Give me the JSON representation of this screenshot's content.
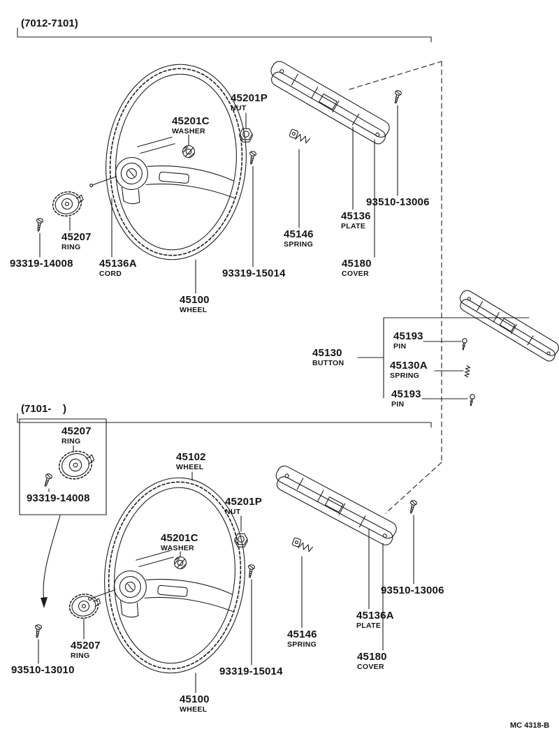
{
  "diagram": {
    "code": "MC 4318-B",
    "sections": {
      "early": {
        "range": "(7012-7101)",
        "parts": {
          "nut": {
            "number": "45201P",
            "name": "NUT"
          },
          "washer": {
            "number": "45201C",
            "name": "WASHER"
          },
          "screw_plate": {
            "number": "93510-13006"
          },
          "plate": {
            "number": "45136",
            "name": "PLATE"
          },
          "spring": {
            "number": "45146",
            "name": "SPRING"
          },
          "ring": {
            "number": "45207",
            "name": "RING"
          },
          "screw_ring": {
            "number": "93319-14008"
          },
          "cord": {
            "number": "45136A",
            "name": "CORD"
          },
          "screw_wheel": {
            "number": "93319-15014"
          },
          "cover": {
            "number": "45180",
            "name": "COVER"
          },
          "wheel": {
            "number": "45100",
            "name": "WHEEL"
          }
        }
      },
      "button": {
        "parts": {
          "pin_upper": {
            "number": "45193",
            "name": "PIN"
          },
          "button": {
            "number": "45130",
            "name": "BUTTON"
          },
          "spring": {
            "number": "45130A",
            "name": "SPRING"
          },
          "pin_lower": {
            "number": "45193",
            "name": "PIN"
          }
        }
      },
      "late": {
        "range": "(7101-    )",
        "parts": {
          "ring_inset": {
            "number": "45207",
            "name": "RING"
          },
          "screw_inset": {
            "number": "93319-14008"
          },
          "wheel_alt": {
            "number": "45102",
            "name": "WHEEL"
          },
          "nut": {
            "number": "45201P",
            "name": "NUT"
          },
          "washer": {
            "number": "45201C",
            "name": "WASHER"
          },
          "screw_plate": {
            "number": "93510-13006"
          },
          "plate": {
            "number": "45136A",
            "name": "PLATE"
          },
          "spring": {
            "number": "45146",
            "name": "SPRING"
          },
          "ring": {
            "number": "45207",
            "name": "RING"
          },
          "screw_ring": {
            "number": "93510-13010"
          },
          "screw_wheel": {
            "number": "93319-15014"
          },
          "cover": {
            "number": "45180",
            "name": "COVER"
          },
          "wheel": {
            "number": "45100",
            "name": "WHEEL"
          }
        }
      }
    }
  }
}
